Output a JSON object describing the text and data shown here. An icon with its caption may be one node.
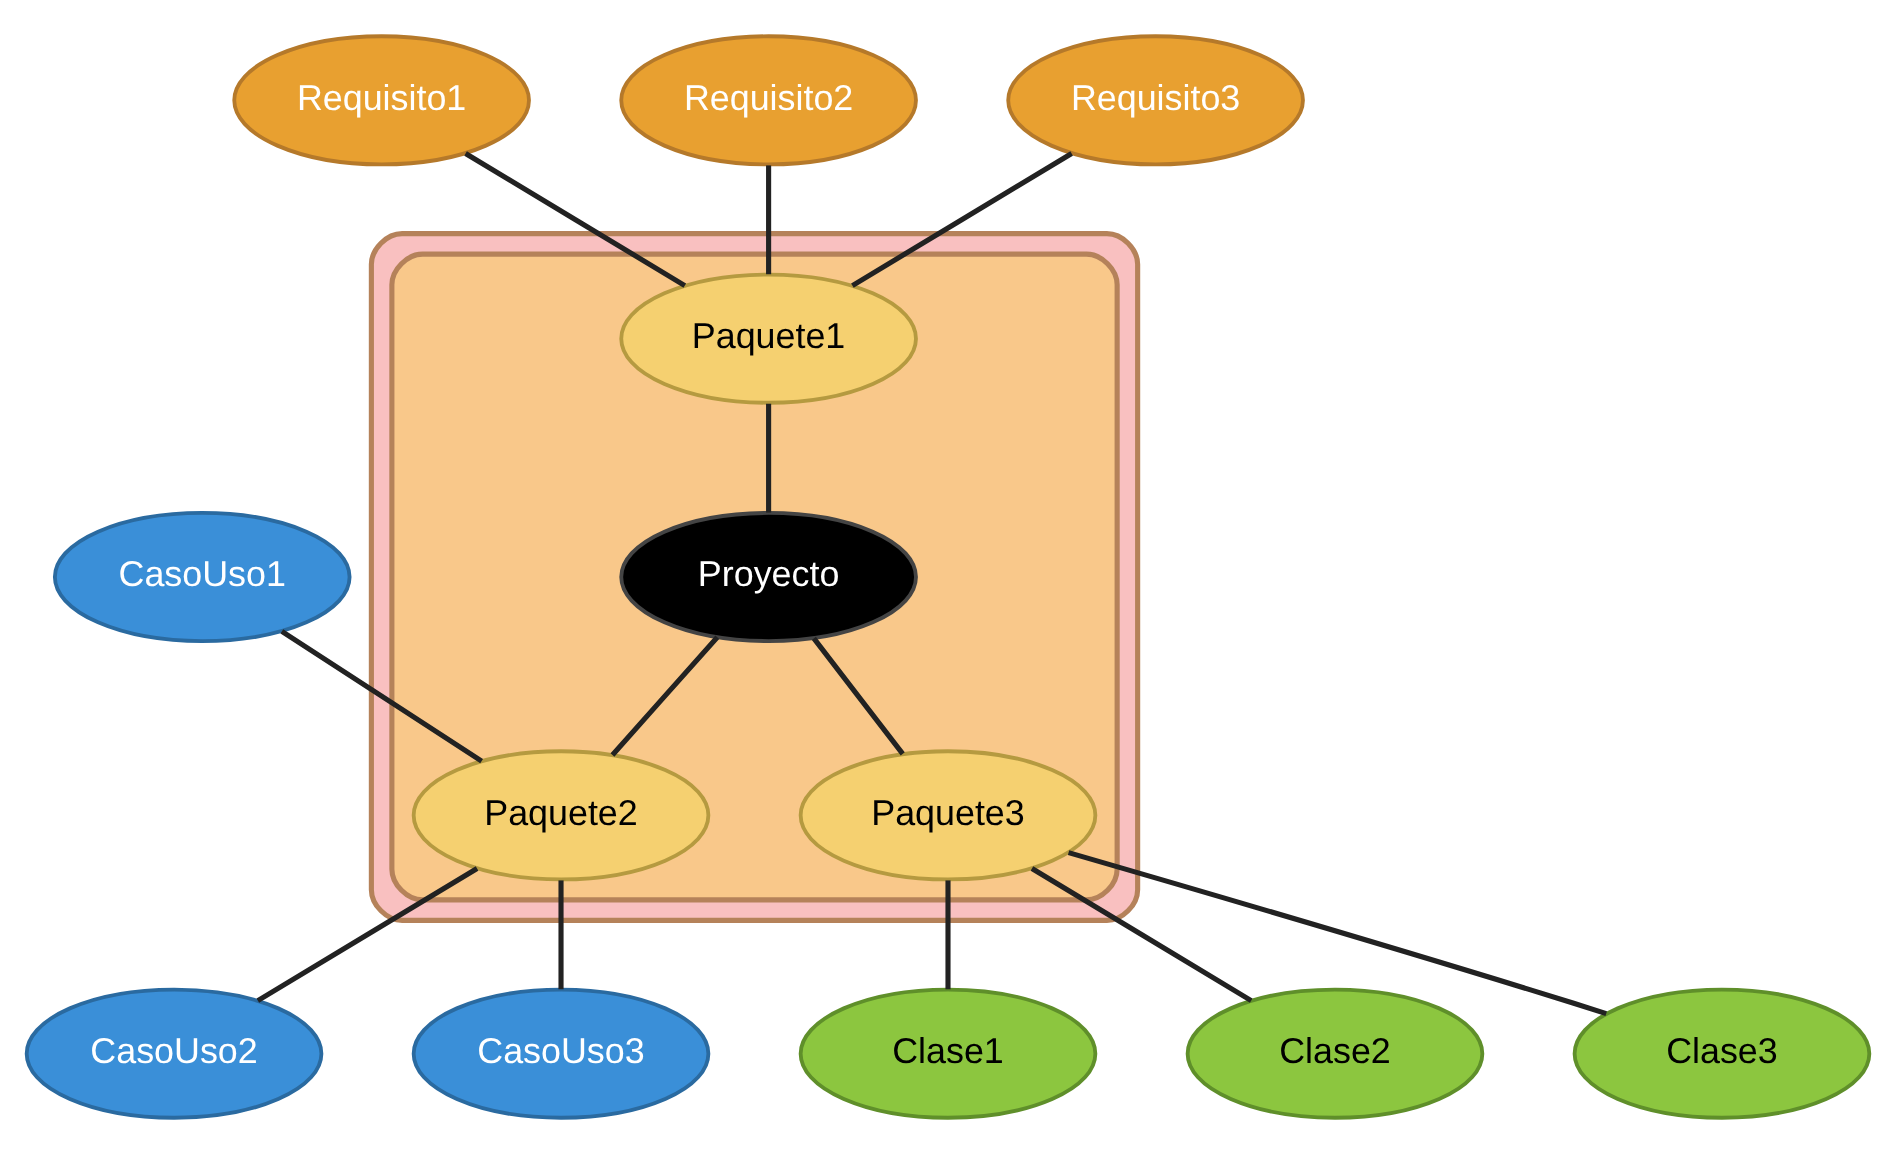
{
  "diagram": {
    "nodes": [
      {
        "text": [],
        "shape": "ellipse"
      },
      {
        "text": [],
        "shape": "ellipse",
        "in": 0
      },
      {
        "text": [
          "Requisito1"
        ]
      },
      {
        "text": [
          "Requisito2"
        ]
      },
      {
        "text": [
          "Requisito3"
        ]
      },
      {
        "text": [
          "Paquete1"
        ],
        "in": 1
      },
      {
        "text": [
          "Proyecto"
        ],
        "in": 1
      },
      {
        "text": [
          "CasoUso1"
        ]
      },
      {
        "text": [
          "Paquete2"
        ],
        "in": 1
      },
      {
        "text": [
          "Paquete3"
        ],
        "in": 1
      },
      {
        "text": [
          "Clase1"
        ]
      },
      {
        "text": [
          "CasoUso2"
        ]
      },
      {
        "text": [
          "Clase2"
        ]
      },
      {
        "text": [
          "CasoUso3"
        ]
      },
      {
        "text": [
          "Clase3"
        ]
      }
    ],
    "edges": [
      {
        "from": 2,
        "to": 5,
        "arrow": "none"
      },
      {
        "from": 3,
        "to": 5,
        "arrow": "none"
      },
      {
        "from": 4,
        "to": 5,
        "arrow": "none"
      },
      {
        "from": 5,
        "to": 6,
        "arrow": "none"
      },
      {
        "from": 6,
        "to": 8,
        "arrow": "none"
      },
      {
        "from": 6,
        "to": 9,
        "arrow": "none"
      },
      {
        "from": 7,
        "to": 8,
        "arrow": "none"
      },
      {
        "from": 8,
        "to": 11,
        "arrow": "none"
      },
      {
        "from": 8,
        "to": 13,
        "arrow": "none"
      },
      {
        "from": 9,
        "to": 10,
        "arrow": "none"
      },
      {
        "from": 9,
        "to": 12,
        "arrow": "none"
      },
      {
        "from": 9,
        "to": 14,
        "arrow": "none"
      }
    ]
  }
}
